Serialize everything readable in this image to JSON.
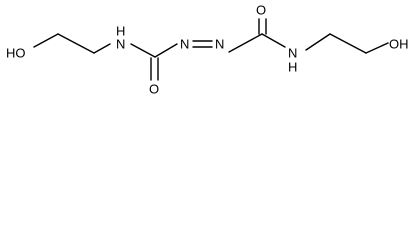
{
  "molecule": {
    "atoms": [
      {
        "id": "o1",
        "label": "HO"
      },
      {
        "id": "n1",
        "label": "H\nN"
      },
      {
        "id": "o2",
        "label": "O"
      },
      {
        "id": "n2",
        "label": "N"
      },
      {
        "id": "n3",
        "label": "N"
      },
      {
        "id": "o3",
        "label": "O"
      },
      {
        "id": "n4",
        "label": "N\nH"
      },
      {
        "id": "o4",
        "label": "OH"
      }
    ],
    "labels": {
      "ho_left": "HO",
      "h_top": "H",
      "n_top": "N",
      "o_bottom": "O",
      "n_azo_left": "N",
      "n_azo_right": "N",
      "o_top": "O",
      "n_bottom": "N",
      "h_bottom": "H",
      "oh_right": "OH"
    },
    "colors": {
      "bond": "#000000",
      "text": "#000000"
    }
  }
}
